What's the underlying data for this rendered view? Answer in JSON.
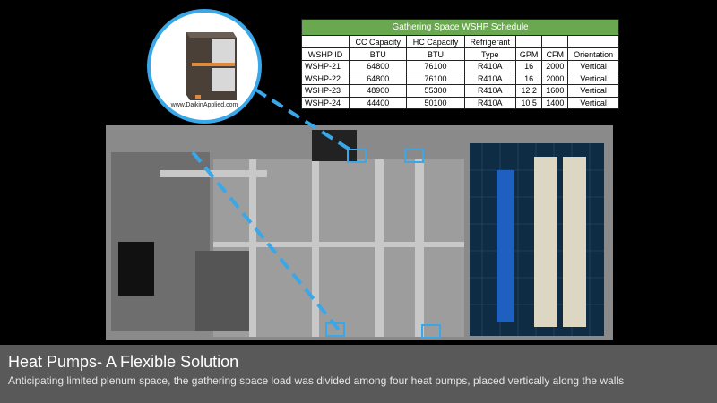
{
  "caption": {
    "title": "Heat Pumps- A Flexible Solution",
    "subtitle": "Anticipating limited plenum space, the gathering space load was divided among four heat pumps, placed vertically along the walls"
  },
  "product": {
    "url": "www.DaikinApplied.com"
  },
  "schedule": {
    "title": "Gathering Space WSHP Schedule",
    "headers_top": [
      "",
      "CC Capacity",
      "HC Capacity",
      "Refrigerant",
      "",
      "",
      ""
    ],
    "headers_bottom": [
      "WSHP ID",
      "BTU",
      "BTU",
      "Type",
      "GPM",
      "CFM",
      "Orientation"
    ],
    "rows": [
      [
        "WSHP-21",
        "64800",
        "76100",
        "R410A",
        "16",
        "2000",
        "Vertical"
      ],
      [
        "WSHP-22",
        "64800",
        "76100",
        "R410A",
        "16",
        "2000",
        "Vertical"
      ],
      [
        "WSHP-23",
        "48900",
        "55300",
        "R410A",
        "12.2",
        "1600",
        "Vertical"
      ],
      [
        "WSHP-24",
        "44400",
        "50100",
        "R410A",
        "10.5",
        "1400",
        "Vertical"
      ]
    ]
  },
  "colors": {
    "accent": "#3aa7e8",
    "table_header": "#6aa84f",
    "caption_bg": "#595959"
  }
}
